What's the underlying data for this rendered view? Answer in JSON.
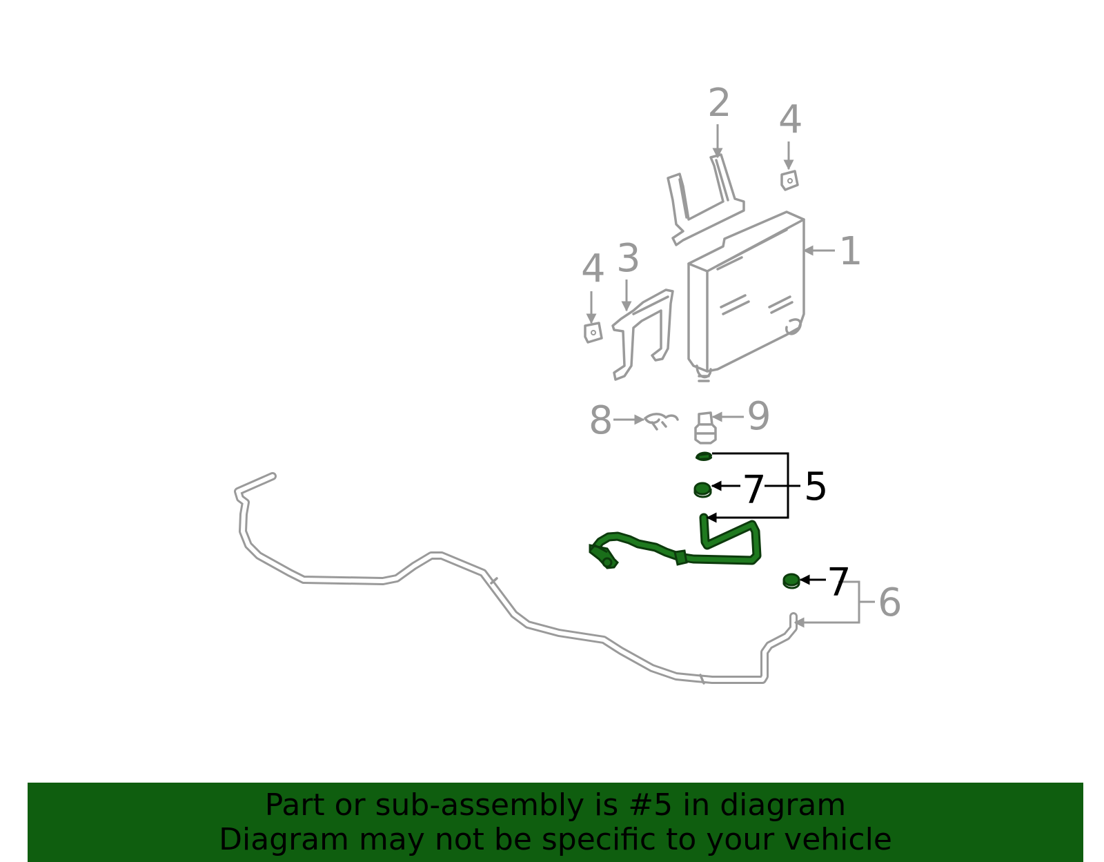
{
  "colors": {
    "highlight_fill": "#1a6e1a",
    "highlight_stroke": "#0c3a0c",
    "part_gray": "#9a9a9a",
    "label_gray": "#999999",
    "label_black": "#000000",
    "banner_bg": "#0f5e0f"
  },
  "callouts": {
    "c1": "1",
    "c2": "2",
    "c3": "3",
    "c4a": "4",
    "c4b": "4",
    "c5": "5",
    "c6": "6",
    "c7a": "7",
    "c7b": "7",
    "c8": "8",
    "c9": "9"
  },
  "banner": {
    "line1": "Part or sub-assembly is #5 in diagram",
    "line2": "Diagram may not be specific to your vehicle"
  }
}
